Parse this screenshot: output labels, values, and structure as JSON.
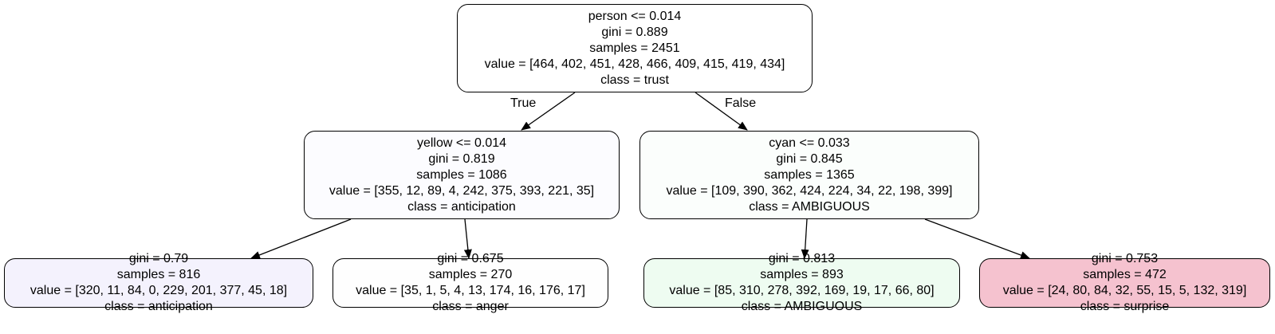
{
  "nodes": {
    "root": {
      "split": "person <= 0.014",
      "gini": "gini = 0.889",
      "samples": "samples = 2451",
      "value": "value = [464, 402, 451, 428, 466, 409, 415, 419, 434]",
      "class": "class = trust",
      "fill": "#ffffff"
    },
    "left": {
      "split": "yellow <= 0.014",
      "gini": "gini = 0.819",
      "samples": "samples = 1086",
      "value": "value = [355, 12, 89, 4, 242, 375, 393, 221, 35]",
      "class": "class = anticipation",
      "fill": "#fcfcff"
    },
    "right": {
      "split": "cyan <= 0.033",
      "gini": "gini = 0.845",
      "samples": "samples = 1365",
      "value": "value = [109, 390, 362, 424, 224, 34, 22, 198, 399]",
      "class": "class = AMBIGUOUS",
      "fill": "#fbfefc"
    },
    "leaf1": {
      "gini": "gini = 0.79",
      "samples": "samples = 816",
      "value": "value = [320, 11, 84, 0, 229, 201, 377, 45, 18]",
      "class": "class = anticipation",
      "fill": "#f4f2fd"
    },
    "leaf2": {
      "gini": "gini = 0.675",
      "samples": "samples = 270",
      "value": "value = [35, 1, 5, 4, 13, 174, 16, 176, 17]",
      "class": "class = anger",
      "fill": "#fefefe"
    },
    "leaf3": {
      "gini": "gini = 0.813",
      "samples": "samples = 893",
      "value": "value = [85, 310, 278, 392, 169, 19, 17, 66, 80]",
      "class": "class = AMBIGUOUS",
      "fill": "#eefcf1"
    },
    "leaf4": {
      "gini": "gini = 0.753",
      "samples": "samples = 472",
      "value": "value = [24, 80, 84, 32, 55, 15, 5, 132, 319]",
      "class": "class = surprise",
      "fill": "#f5c2cf"
    }
  },
  "edge_labels": {
    "true": "True",
    "false": "False"
  }
}
